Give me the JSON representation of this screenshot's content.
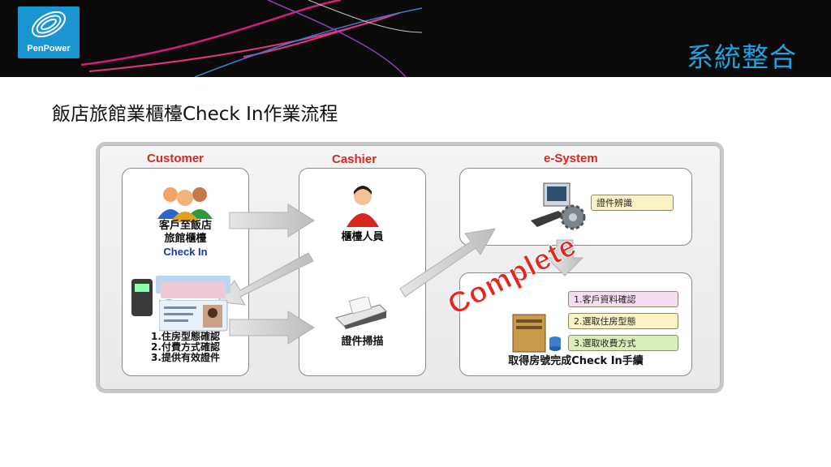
{
  "header": {
    "logo_text": "PenPower",
    "title": "系統整合"
  },
  "subtitle": "飯店旅館業櫃檯Check In作業流程",
  "diagram": {
    "columns": {
      "customer": "Customer",
      "cashier": "Cashier",
      "esystem": "e-System"
    },
    "customer_panel": {
      "checkin_line1": "客戶至飯店",
      "checkin_line2": "旅館櫃檯",
      "checkin_line3": "Check In",
      "steps": [
        "1.住房型態確認",
        "2.付費方式確認",
        "3.提供有效證件"
      ]
    },
    "cashier_panel": {
      "staff_label": "櫃檯人員",
      "scan_label": "證件掃描"
    },
    "esystem_top": {
      "id_recognition": "證件辨識"
    },
    "esystem_bottom": {
      "stamp": "Complete",
      "steps": [
        "1.客戶資料確認",
        "2.選取住房型態",
        "3.選取收費方式"
      ],
      "step_colors": [
        "#f5ddf2",
        "#fbf3c4",
        "#d9eeb8"
      ],
      "result": "取得房號完成Check In手續"
    },
    "icons": [
      "users-group-icon",
      "money-card-icon",
      "id-card-icon",
      "cashier-person-icon",
      "scanner-icon",
      "computer-gear-icon",
      "server-icon"
    ]
  }
}
